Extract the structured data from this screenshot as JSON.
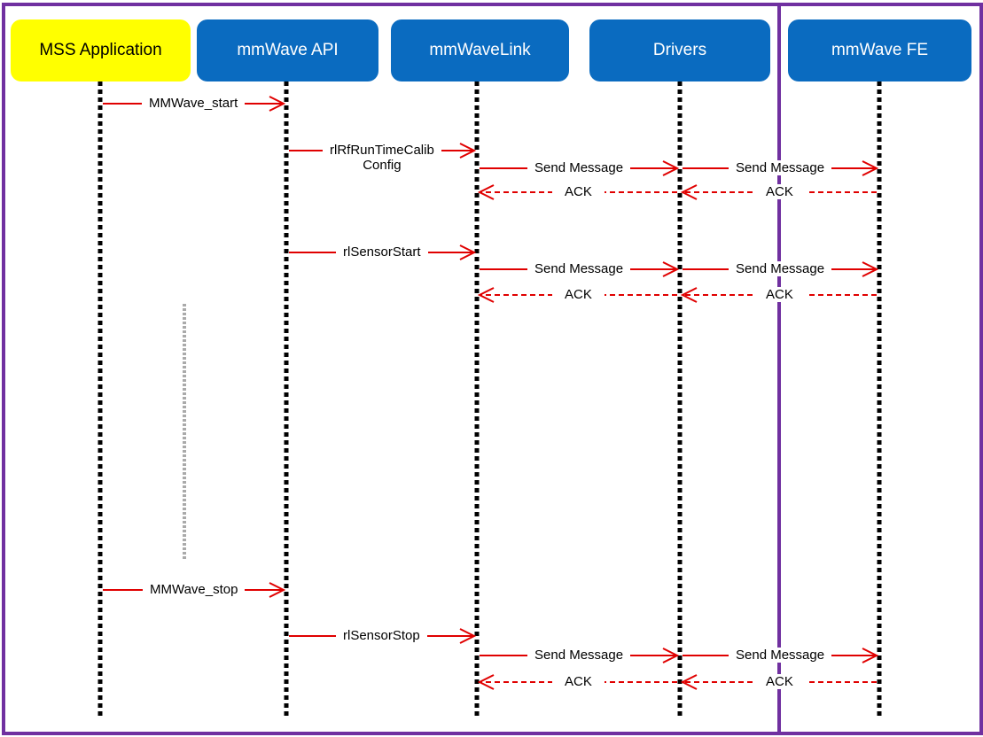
{
  "lanes": [
    {
      "id": "mss",
      "label": "MSS Application",
      "style": "yellow"
    },
    {
      "id": "api",
      "label": "mmWave API",
      "style": "blue"
    },
    {
      "id": "link",
      "label": "mmWaveLink",
      "style": "blue"
    },
    {
      "id": "drivers",
      "label": "Drivers",
      "style": "blue"
    },
    {
      "id": "fe",
      "label": "mmWave FE",
      "style": "blue"
    }
  ],
  "messages": [
    {
      "label": "MMWave_start",
      "from": "mss",
      "to": "api",
      "kind": "call"
    },
    {
      "label": "rlRfRunTimeCalib\nConfig",
      "from": "api",
      "to": "link",
      "kind": "call"
    },
    {
      "label": "Send Message",
      "from": "link",
      "to": "drivers",
      "kind": "call"
    },
    {
      "label": "Send Message",
      "from": "drivers",
      "to": "fe",
      "kind": "call"
    },
    {
      "label": "ACK",
      "from": "drivers",
      "to": "link",
      "kind": "ack"
    },
    {
      "label": "ACK",
      "from": "fe",
      "to": "drivers",
      "kind": "ack"
    },
    {
      "label": "rlSensorStart",
      "from": "api",
      "to": "link",
      "kind": "call"
    },
    {
      "label": "Send Message",
      "from": "link",
      "to": "drivers",
      "kind": "call"
    },
    {
      "label": "Send Message",
      "from": "drivers",
      "to": "fe",
      "kind": "call"
    },
    {
      "label": "ACK",
      "from": "drivers",
      "to": "link",
      "kind": "ack"
    },
    {
      "label": "ACK",
      "from": "fe",
      "to": "drivers",
      "kind": "ack"
    },
    {
      "label": "MMWave_stop",
      "from": "mss",
      "to": "api",
      "kind": "call"
    },
    {
      "label": "rlSensorStop",
      "from": "api",
      "to": "link",
      "kind": "call"
    },
    {
      "label": "Send Message",
      "from": "link",
      "to": "drivers",
      "kind": "call"
    },
    {
      "label": "Send Message",
      "from": "drivers",
      "to": "fe",
      "kind": "call"
    },
    {
      "label": "ACK",
      "from": "drivers",
      "to": "link",
      "kind": "ack"
    },
    {
      "label": "ACK",
      "from": "fe",
      "to": "drivers",
      "kind": "ack"
    }
  ],
  "colors": {
    "frame": "#7030A0",
    "lane_box": "#0A6BC0",
    "lane_box_highlight": "#FFFF00",
    "arrow": "#E00000",
    "lifeline": "#000000",
    "elapsed_marker": "#AAAAAA"
  }
}
